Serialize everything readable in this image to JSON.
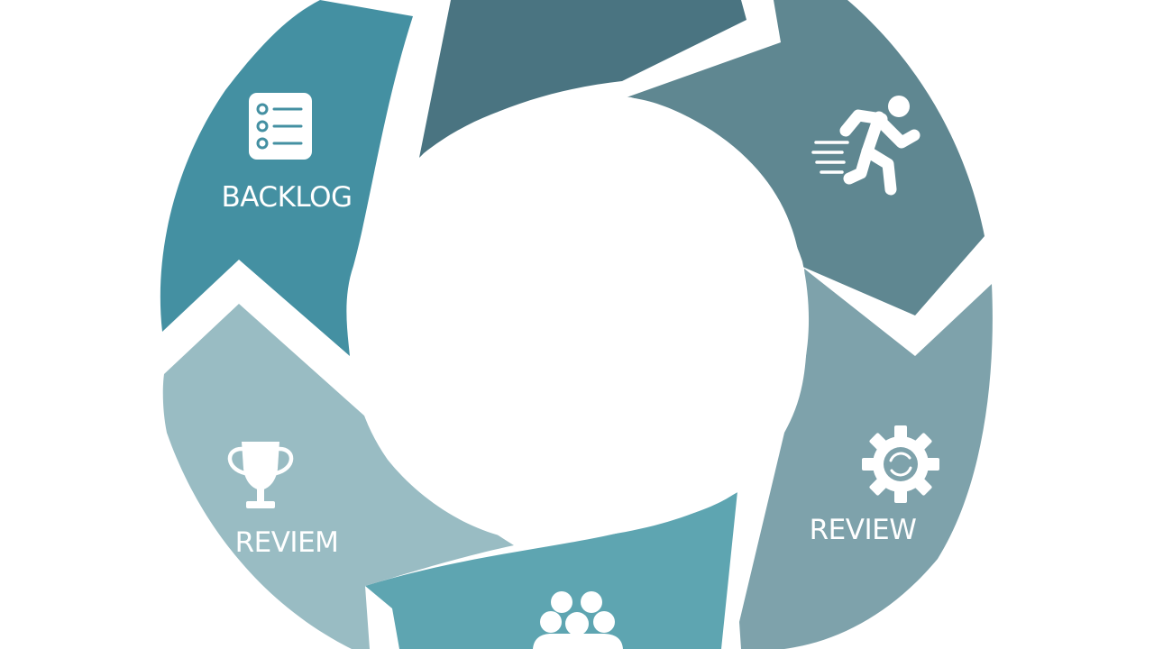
{
  "diagram": {
    "segments": [
      {
        "id": "top",
        "label": "",
        "icon": "none",
        "color": "#4a7481"
      },
      {
        "id": "sprint",
        "label": "",
        "icon": "running-person-icon",
        "color": "#5f8791"
      },
      {
        "id": "review-right",
        "label": "REVIEW",
        "icon": "gear-icon",
        "color": "#7ea2ab"
      },
      {
        "id": "team",
        "label": "",
        "icon": "team-icon",
        "color": "#5ea5b1"
      },
      {
        "id": "review-left",
        "label": "REVIEM",
        "icon": "trophy-icon",
        "color": "#99bcc3"
      },
      {
        "id": "backlog",
        "label": "BACKLOG",
        "icon": "checklist-icon",
        "color": "#4490a2"
      }
    ],
    "center_color": "#ffffff",
    "background": "#ffffff"
  }
}
